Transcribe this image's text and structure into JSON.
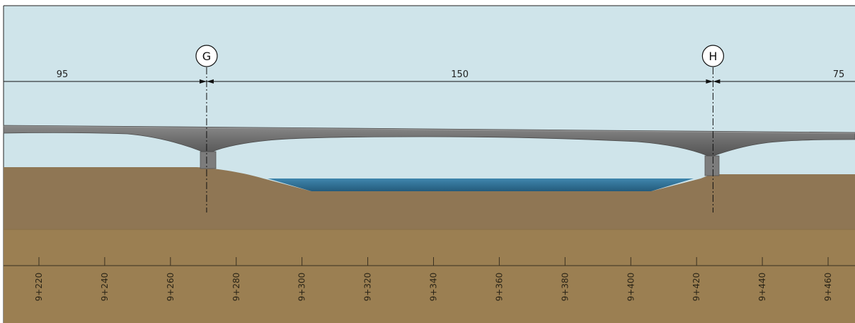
{
  "colors": {
    "sky": "#cfe4ea",
    "deck": "#6e6e6e",
    "deck_edge": "#4a4a4a",
    "pier": "#7a7a7a",
    "ground_upper": "#8f7654",
    "ground_lower": "#9c8052",
    "water": "#2f6d92",
    "line": "#111111"
  },
  "axes": [
    {
      "label": "G",
      "station": 9271
    },
    {
      "label": "H",
      "station": 9425
    }
  ],
  "spans": [
    {
      "label": "95"
    },
    {
      "label": "150"
    },
    {
      "label": "75"
    }
  ],
  "chainage": {
    "prefix": "9+",
    "labels": [
      "9+220",
      "9+240",
      "9+260",
      "9+280",
      "9+300",
      "9+320",
      "9+340",
      "9+360",
      "9+380",
      "9+400",
      "9+420",
      "9+440",
      "9+460"
    ]
  }
}
